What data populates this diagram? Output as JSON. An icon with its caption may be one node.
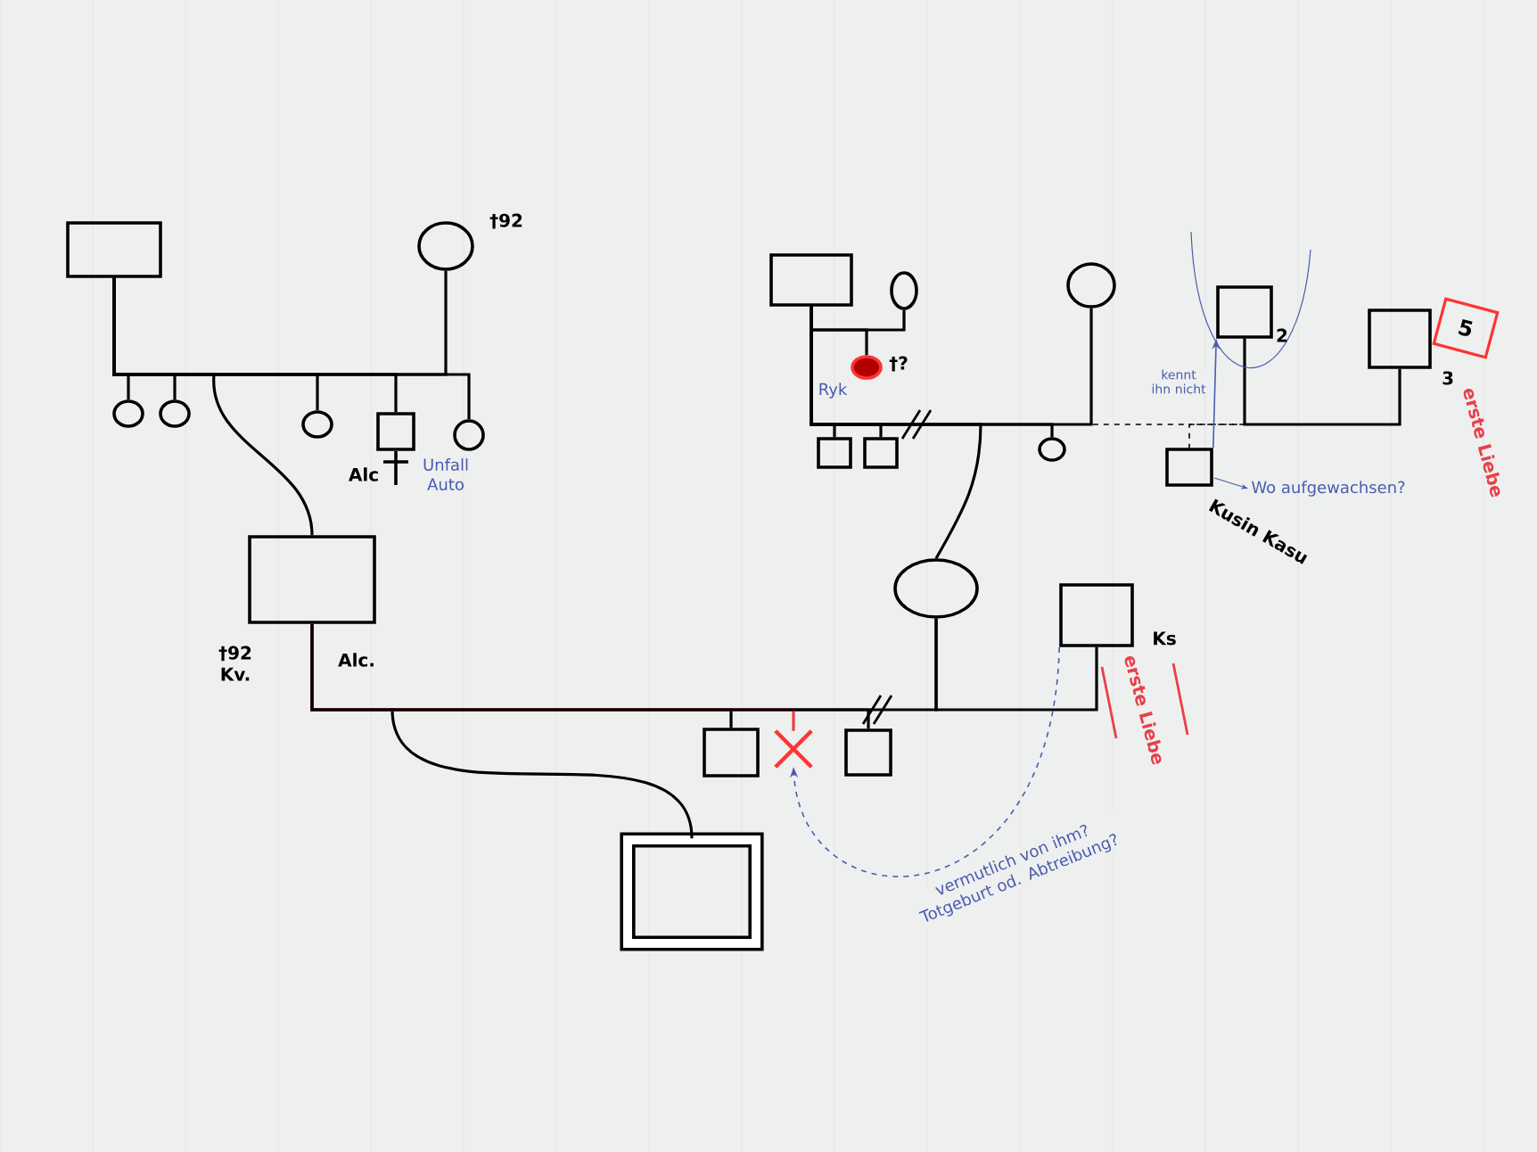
{
  "diagram": {
    "nodes": [
      {
        "text": [],
        "shape": "box"
      },
      {
        "text": [],
        "shape": "circle",
        "beside": [
          "†92"
        ]
      },
      {
        "text": [],
        "shape": "circle"
      },
      {
        "text": [],
        "shape": "circle"
      },
      {
        "text": [],
        "shape": "box",
        "beside": [
          "†92 Kv.",
          "Alc."
        ]
      },
      {
        "text": [],
        "shape": "circle"
      },
      {
        "text": [],
        "shape": "box",
        "beside": [
          "Alc",
          "Unfall Auto"
        ]
      },
      {
        "text": [],
        "shape": "circle"
      },
      {
        "text": [],
        "shape": "box"
      },
      {
        "text": [],
        "shape": "circle"
      },
      {
        "text": [],
        "shape": "circle",
        "beside": [
          "Ryk",
          "†?"
        ]
      },
      {
        "text": [],
        "shape": "box"
      },
      {
        "text": [],
        "shape": "box"
      },
      {
        "text": [],
        "shape": "circle"
      },
      {
        "text": [],
        "shape": "circle"
      },
      {
        "text": [],
        "shape": "circle"
      },
      {
        "text": [],
        "shape": "box",
        "beside": [
          "2"
        ]
      },
      {
        "text": [],
        "shape": "box",
        "beside": [
          "3",
          "erste Liebe"
        ]
      },
      {
        "text": [
          "5"
        ]
      },
      {
        "text": [],
        "shape": "box",
        "beside": [
          "Wo aufgewachsen?",
          "Kusin Kasu"
        ]
      },
      {
        "text": [],
        "shape": "box",
        "beside": [
          "Ks",
          "erste Liebe"
        ]
      },
      {
        "text": [],
        "shape": "box"
      },
      {
        "text": [],
        "shape": "box"
      },
      {
        "text": [],
        "shape": "cross"
      },
      {
        "text": [],
        "shape": "box"
      }
    ],
    "edges": [
      {
        "from": 0,
        "to": 1,
        "arrow": "none"
      },
      {
        "from": 0,
        "to": 2,
        "arrow": "none"
      },
      {
        "from": 0,
        "to": 3,
        "arrow": "none"
      },
      {
        "from": 0,
        "to": 4,
        "arrow": "none"
      },
      {
        "from": 0,
        "to": 5,
        "arrow": "none"
      },
      {
        "from": 0,
        "to": 6,
        "arrow": "none"
      },
      {
        "from": 0,
        "to": 7,
        "arrow": "none"
      },
      {
        "from": 8,
        "to": 9,
        "arrow": "none"
      },
      {
        "from": 8,
        "to": 10,
        "arrow": "none"
      },
      {
        "from": 8,
        "to": 11,
        "arrow": "none"
      },
      {
        "from": 8,
        "to": 12,
        "arrow": "none"
      },
      {
        "from": 8,
        "to": 14,
        "arrow": "none"
      },
      {
        "from": 8,
        "to": 15,
        "arrow": "none"
      },
      {
        "from": 8,
        "to": 13,
        "arrow": "none"
      },
      {
        "from": 14,
        "to": 16,
        "arrow": "none",
        "style": "dashed"
      },
      {
        "from": 16,
        "to": 17,
        "arrow": "none"
      },
      {
        "from": 16,
        "to": 19,
        "arrow": "none",
        "style": "dashed"
      },
      {
        "from": 19,
        "to": 16,
        "arrow": "to",
        "label": "kennt ihn nicht",
        "color": "#4a5bb0"
      },
      {
        "from": 4,
        "to": 15,
        "arrow": "none"
      },
      {
        "from": 15,
        "to": 20,
        "arrow": "none"
      },
      {
        "from": 4,
        "to": 21,
        "arrow": "none"
      },
      {
        "from": 4,
        "to": 22,
        "arrow": "none"
      },
      {
        "from": 4,
        "to": 23,
        "arrow": "none",
        "color": "#e8404a"
      },
      {
        "from": 4,
        "to": 24,
        "arrow": "none"
      },
      {
        "from": 20,
        "to": 23,
        "arrow": "to",
        "style": "dashed",
        "color": "#4a5bb0",
        "label": "vermutlich von ihm? Totgeburt od. Abtreibung?"
      }
    ]
  }
}
